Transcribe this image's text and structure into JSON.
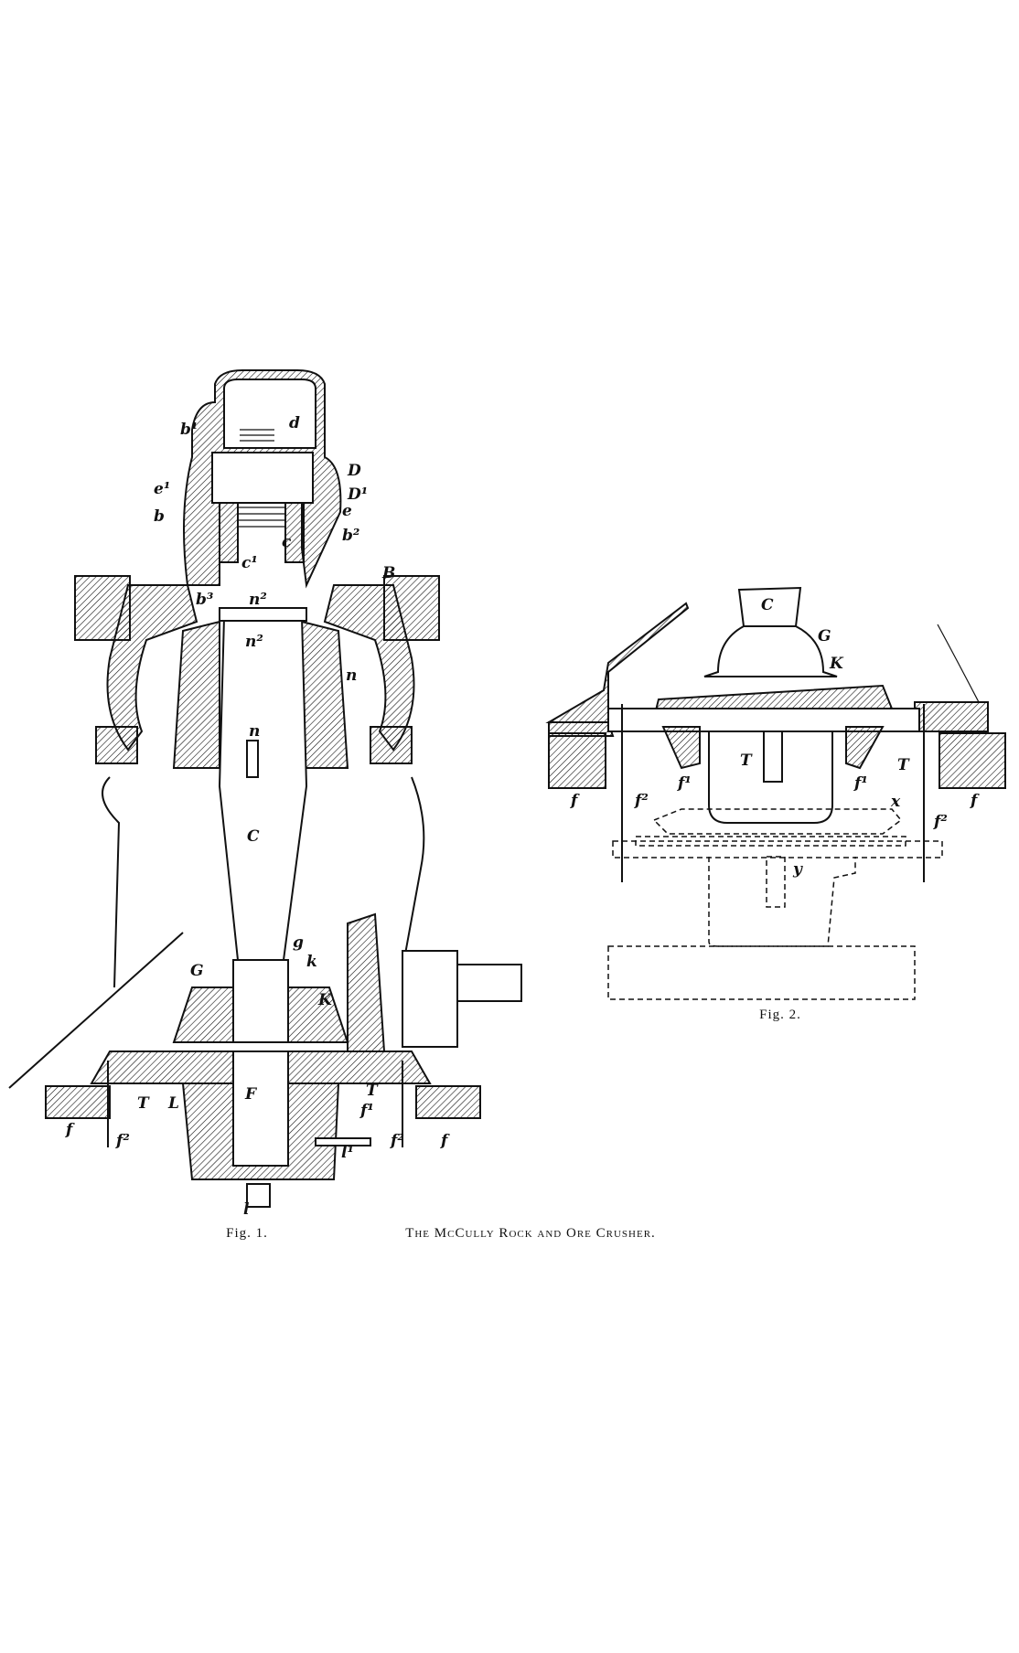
{
  "title": "The McCully Rock and Ore Crusher.",
  "figure1": {
    "caption": "Fig. 1.",
    "labels": [
      "b¹",
      "d",
      "D",
      "D¹",
      "e¹",
      "e",
      "b",
      "b²",
      "c",
      "c¹",
      "B",
      "b³",
      "n²",
      "n²",
      "n",
      "n",
      "C",
      "g",
      "k",
      "G",
      "K",
      "F",
      "T",
      "L",
      "T",
      "f¹",
      "f",
      "f²",
      "f²",
      "f",
      "l¹",
      "l"
    ]
  },
  "figure2": {
    "caption": "Fig. 2.",
    "labels": [
      "C",
      "G",
      "K",
      "T",
      "T",
      "f¹",
      "f¹",
      "f",
      "f²",
      "f",
      "x",
      "f²",
      "y"
    ]
  }
}
